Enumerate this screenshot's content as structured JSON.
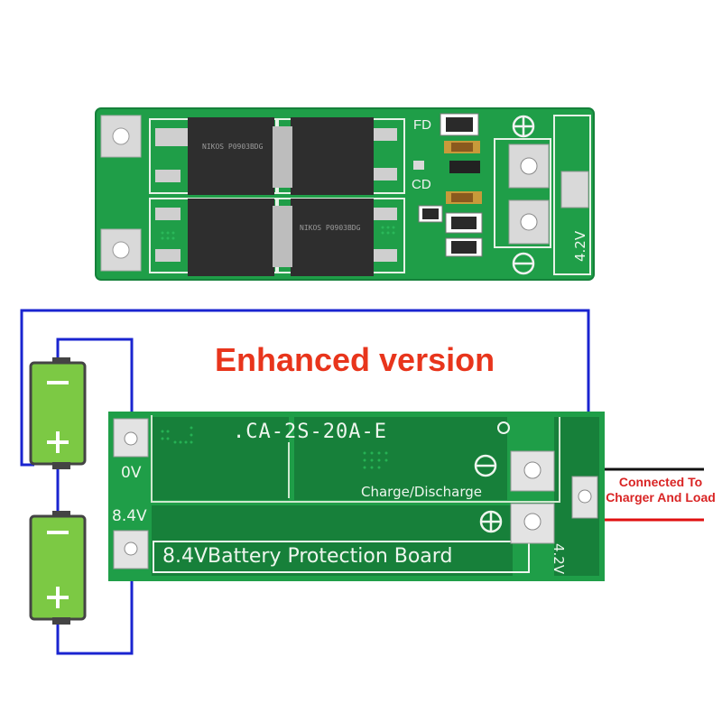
{
  "title": "Enhanced version",
  "board": {
    "model": ".CA-2S-20A-E",
    "charge_discharge_label": "Charge/Discharge",
    "battery_protection_label": "8.4VBattery Protection Board",
    "ov_label": "0V",
    "v84_label": "8.4V",
    "v42_label": "4.2V"
  },
  "top_board": {
    "fd_label": "FD",
    "cd_label": "CD",
    "v42_label": "4.2V",
    "mosfet_marking_a": "NIKOS P0903BDG",
    "mosfet_marking_b": "NIKOS P0903BDG"
  },
  "note": "Connected To Charger And Load",
  "batteries": [
    {
      "minus": "−",
      "plus": "+"
    },
    {
      "minus": "−",
      "plus": "+"
    }
  ],
  "colors": {
    "pcb_green": "#1f9e48",
    "pcb_dark_green": "#17803a",
    "wire_blue": "#1a24d0",
    "wire_black": "#111111",
    "wire_red": "#e01010",
    "battery_green": "#7cc944",
    "title_red": "#e8351c"
  },
  "icons": [
    "minus-icon",
    "plus-icon"
  ]
}
